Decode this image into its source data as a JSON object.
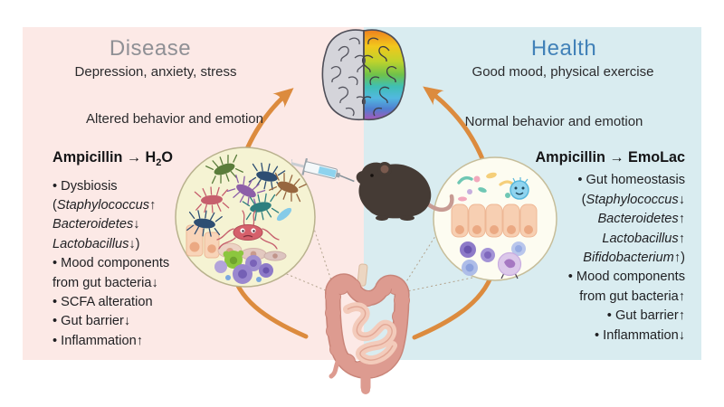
{
  "colors": {
    "pink_panel": "#fce9e6",
    "blue_panel": "#d9ecf0",
    "disease_title": "#8f9095",
    "health_title": "#4181b8",
    "arrow_orange": "#dc8b3e",
    "body_text": "#1f1f22",
    "left_circle_fill": "#f5f3d3",
    "right_circle_fill": "#fdfcf1",
    "intestine_pink": "#dd9b90"
  },
  "left_panel": {
    "title": "Disease",
    "subtitle": "Depression, anxiety, stress",
    "behavior_label": "Altered behavior and emotion",
    "heading_pre": "Ampicillin → H",
    "heading_sub": "2",
    "heading_post": "O",
    "items": [
      {
        "p": "• Dysbiosis",
        "i": "",
        "s": ""
      },
      {
        "p": "(",
        "i": "Staphylococcus",
        "s": "↑"
      },
      {
        "p": "",
        "i": "Bacteroidetes",
        "s": "↓"
      },
      {
        "p": "",
        "i": "Lactobacillus",
        "s": "↓)"
      },
      {
        "p": "• Mood components",
        "i": "",
        "s": ""
      },
      {
        "p": "from gut bacteria↓",
        "i": "",
        "s": ""
      },
      {
        "p": "• SCFA alteration",
        "i": "",
        "s": ""
      },
      {
        "p": "• Gut barrier↓",
        "i": "",
        "s": ""
      },
      {
        "p": "• Inflammation↑",
        "i": "",
        "s": ""
      }
    ]
  },
  "right_panel": {
    "title": "Health",
    "subtitle": "Good mood, physical exercise",
    "behavior_label": "Normal behavior and emotion",
    "heading": "Ampicillin → EmoLac",
    "items": [
      {
        "p": "• Gut homeostasis",
        "i": "",
        "s": ""
      },
      {
        "p": "(",
        "i": "Staphylococcus",
        "s": "↓"
      },
      {
        "p": "",
        "i": "Bacteroidetes",
        "s": "↑"
      },
      {
        "p": "",
        "i": "Lactobacillus",
        "s": "↑"
      },
      {
        "p": "",
        "i": "Bifidobacterium",
        "s": "↑)"
      },
      {
        "p": "• Mood components",
        "i": "",
        "s": ""
      },
      {
        "p": "from gut bacteria↑",
        "i": "",
        "s": ""
      },
      {
        "p": "• Gut barrier↑",
        "i": "",
        "s": ""
      },
      {
        "p": "• Inflammation↓",
        "i": "",
        "s": ""
      }
    ]
  },
  "figures": {
    "brain": "split-brain-illustration",
    "mouse": "mouse-oral-gavage-illustration",
    "syringe": "syringe-icon",
    "intestine": "intestine-illustration",
    "left_circle": "dysbiotic-microbiota-illustration",
    "right_circle": "healthy-microbiota-illustration",
    "arrows": "gut-brain-axis-cycle-arrows"
  }
}
